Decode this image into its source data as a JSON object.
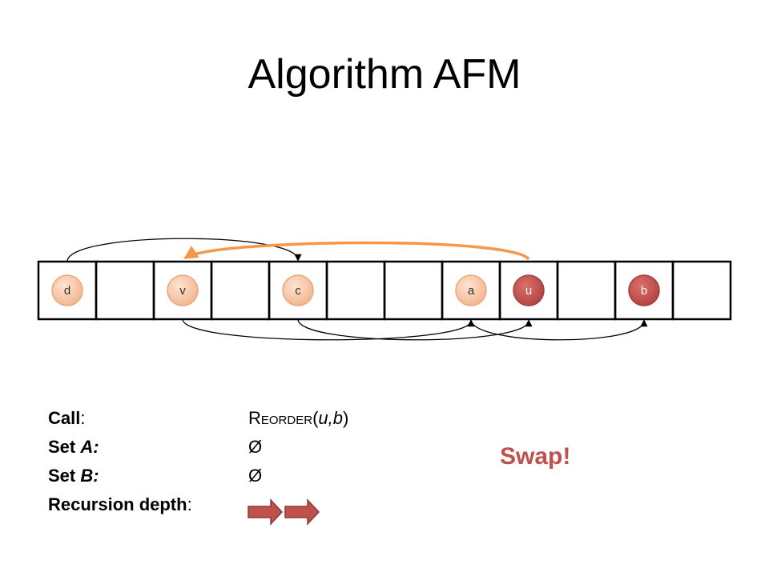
{
  "title": "Algorithm AFM",
  "slots": {
    "count": 12,
    "nodes": [
      {
        "slot": 0,
        "label": "d",
        "kind": "peach"
      },
      {
        "slot": 2,
        "label": "v",
        "kind": "peach"
      },
      {
        "slot": 4,
        "label": "c",
        "kind": "peach"
      },
      {
        "slot": 7,
        "label": "a",
        "kind": "peach"
      },
      {
        "slot": 8,
        "label": "u",
        "kind": "red"
      },
      {
        "slot": 10,
        "label": "b",
        "kind": "red"
      }
    ]
  },
  "edges": {
    "above": [
      {
        "from": 0,
        "to": 4
      }
    ],
    "below": [
      {
        "from": 2,
        "to": 7
      },
      {
        "from": 4,
        "to": 8
      },
      {
        "from": 7,
        "to": 10
      }
    ],
    "highlight": {
      "from": 8,
      "to": 2,
      "color": "#f79646"
    }
  },
  "colors": {
    "peach_fill": "#f8c9a8",
    "peach_stroke": "#e9a77c",
    "red_fill": "#c0504d",
    "red_stroke": "#a33f3c",
    "swap": "#c0504d",
    "depth_arrow": "#c0504d"
  },
  "info": {
    "call_label": "Call",
    "set_a_label": "Set",
    "set_a_letter": "A:",
    "set_b_label": "Set",
    "set_b_letter": "B:",
    "depth_label": "Recursion depth",
    "colon": ":"
  },
  "values": {
    "call_name": "Reorder",
    "call_args": "u,b",
    "set_a": "Ø",
    "set_b": "Ø",
    "depth": 2
  },
  "swap_text": "Swap!"
}
